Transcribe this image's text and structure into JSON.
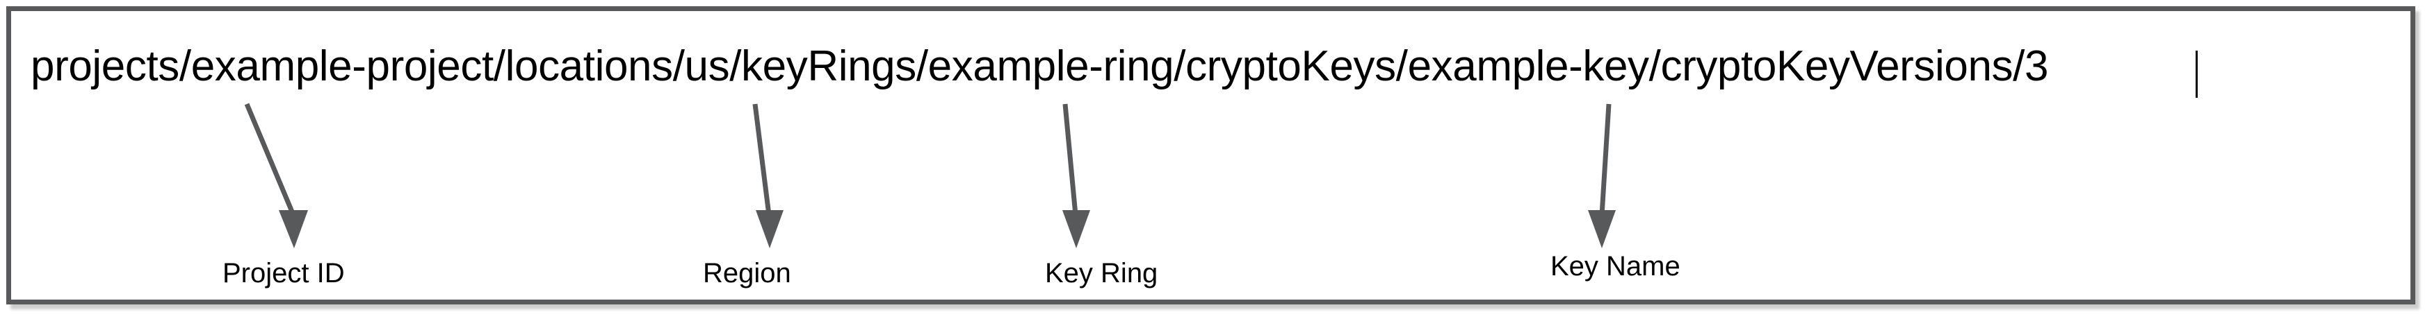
{
  "panel": {
    "border_color": "#58595b",
    "background_color": "#ffffff"
  },
  "resource_path": {
    "value": "projects/example-project/locations/us/keyRings/example-ring/cryptoKeys/example-key/cryptoKeyVersions/3",
    "caret_visible": "true",
    "text_color": "#000000"
  },
  "annotations": {
    "arrow_color": "#58595b",
    "items": [
      {
        "label": "Project ID",
        "points_to": "example-project",
        "arrow_name": "arrow-project-id"
      },
      {
        "label": "Region",
        "points_to": "us",
        "arrow_name": "arrow-region"
      },
      {
        "label": "Key Ring",
        "points_to": "example-ring",
        "arrow_name": "arrow-key-ring"
      },
      {
        "label": "Key Name",
        "points_to": "example-key",
        "arrow_name": "arrow-key-name"
      }
    ]
  }
}
